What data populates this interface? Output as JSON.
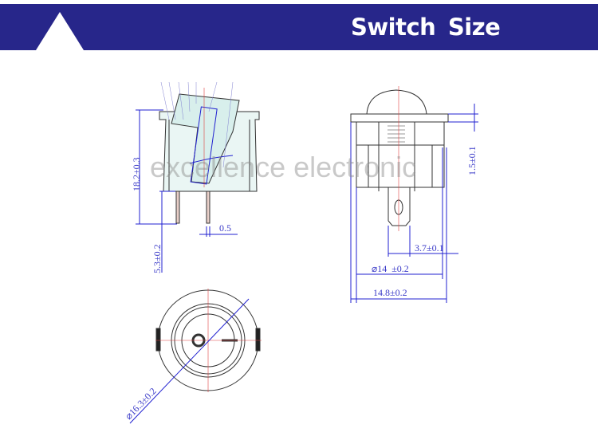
{
  "header": {
    "title": "Switch  Size"
  },
  "watermark": "excellence electronic",
  "side_view": {
    "height_dim": "18.2±0.3",
    "pin_length_dim": "5.3±0.2",
    "pin_thickness_dim": "0.5"
  },
  "front_view": {
    "flange_dim": "1.5±0.1",
    "tab_width_dim": "3.7±0.1",
    "body_diameter_dim": "⌀14  ±0.2",
    "total_width_dim": "14.8±0.2"
  },
  "bottom_view": {
    "outer_diameter_dim": "⌀16.3±0.2"
  },
  "colors": {
    "banner": "#27268a",
    "dimension": "#3a3ac8",
    "centerline": "#e04040"
  }
}
